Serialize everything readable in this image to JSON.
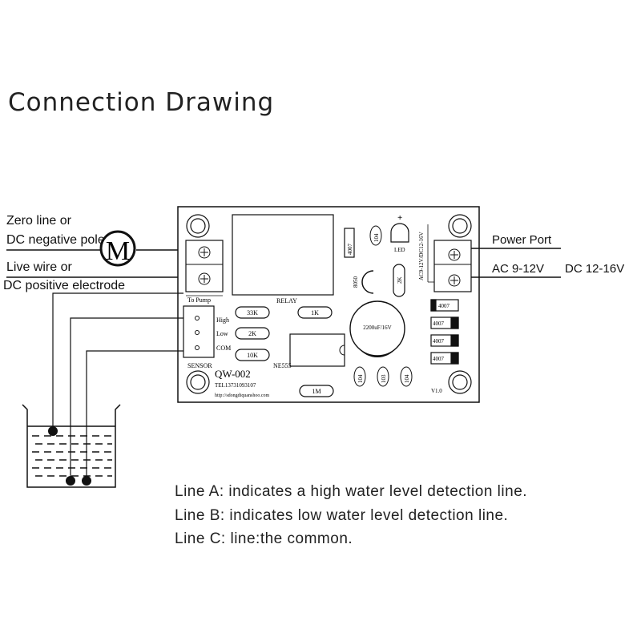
{
  "title": "Connection Drawing",
  "left_labels": {
    "zero_line": "Zero line or",
    "dc_negative": "DC negative pole",
    "live_wire": "Live wire or",
    "dc_positive": "DC positive electrode"
  },
  "right_labels": {
    "power_port": "Power Port",
    "ac_range": "AC 9-12V",
    "dc_range": "DC 12-16V"
  },
  "motor": {
    "symbol": "M"
  },
  "board": {
    "relay": "RELAY",
    "to_pump": "To Pump",
    "high": "High",
    "low": "Low",
    "com": "COM",
    "sensor": "SENSOR",
    "model": "QW-002",
    "tel": "TEL13731093107",
    "url": "http://sdongdiquanshoo.com",
    "ne555": "NE555",
    "version": "V1.0",
    "led": "LED",
    "plus": "+",
    "power_side": "AC9-12V/DC12-16V",
    "r_33k": "33K",
    "r_1k": "1K",
    "r_2k": "2K",
    "r_10k": "10K",
    "r_1m": "1M",
    "r_2k_v": "2K",
    "cap": "2200uF/16V",
    "t_8050": "8050",
    "c104_a": "104",
    "c104_b": "104",
    "c103": "103",
    "c104_c": "104",
    "d4007_left": "4007",
    "d4007": [
      "4007",
      "4007",
      "4007",
      "4007"
    ]
  },
  "legend": {
    "line_a": "Line A: indicates a high water level detection line.",
    "line_b": "Line B: indicates low water level detection line.",
    "line_c": "Line C: line:the common."
  }
}
